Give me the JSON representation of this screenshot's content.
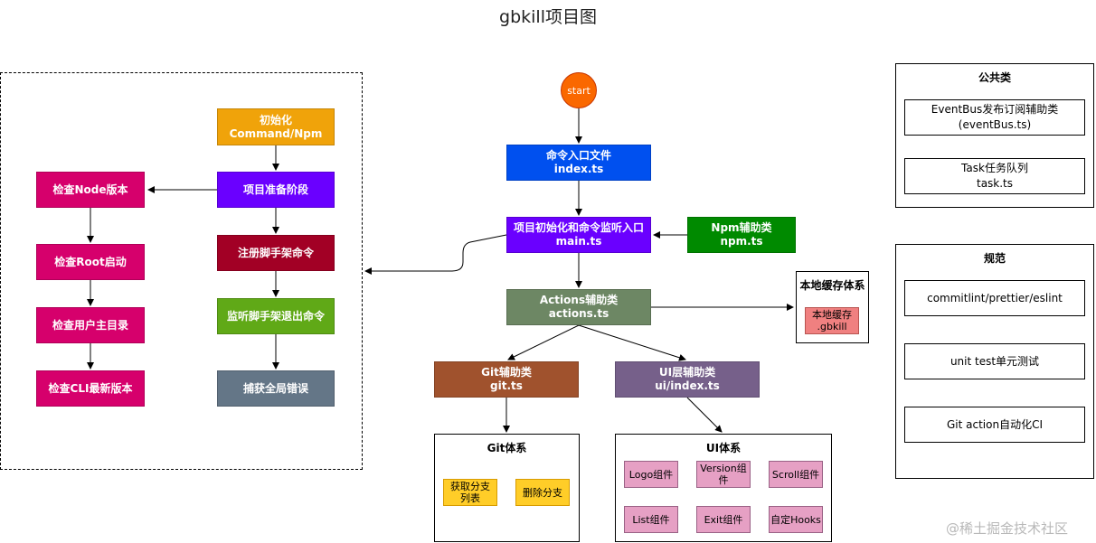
{
  "title": "gbkill项目图",
  "start": "start",
  "left_col": {
    "node_version": "检查Node版本",
    "root_start": "检查Root启动",
    "user_home": "检查用户主目录",
    "cli_version": "检查CLI最新版本"
  },
  "mid_col": {
    "init_command": "初始化Command/Npm",
    "prepare": "项目准备阶段",
    "register": "注册脚手架命令",
    "listen_exit": "监听脚手架退出命令",
    "catch_error": "捕获全局错误"
  },
  "main_flow": {
    "entry": {
      "line1": "命令入口文件",
      "line2": "index.ts"
    },
    "main": {
      "line1": "项目初始化和命令监听入口",
      "line2": "main.ts"
    },
    "npm": {
      "line1": "Npm辅助类",
      "line2": "npm.ts"
    },
    "actions": {
      "line1": "Actions辅助类",
      "line2": "actions.ts"
    },
    "git": {
      "line1": "Git辅助类",
      "line2": "git.ts"
    },
    "ui": {
      "line1": "UI层辅助类",
      "line2": "ui/index.ts"
    }
  },
  "cache": {
    "title": "本地缓存体系",
    "item_line1": "本地缓存",
    "item_line2": ".gbkill"
  },
  "git_system": {
    "title": "Git体系",
    "items": [
      {
        "line1": "获取分支",
        "line2": "列表"
      },
      {
        "line1": "删除分支",
        "line2": ""
      }
    ]
  },
  "ui_system": {
    "title": "UI体系",
    "items": [
      {
        "line1": "Logo组件",
        "line2": ""
      },
      {
        "line1": "Version组",
        "line2": "件"
      },
      {
        "line1": "Scroll组件",
        "line2": ""
      },
      {
        "line1": "List组件",
        "line2": ""
      },
      {
        "line1": "Exit组件",
        "line2": ""
      },
      {
        "line1": "自定Hooks",
        "line2": ""
      }
    ]
  },
  "public_panel": {
    "title": "公共类",
    "items": [
      {
        "line1": "EventBus发布订阅辅助类",
        "line2": "(eventBus.ts)"
      },
      {
        "line1": "Task任务队列",
        "line2": "task.ts"
      }
    ]
  },
  "spec_panel": {
    "title": "规范",
    "items": [
      {
        "line1": "commitlint/prettier/eslint"
      },
      {
        "line1": "unit test单元测试"
      },
      {
        "line1": "Git action自动化CI"
      }
    ]
  },
  "watermark": "@稀土掘金技术社区"
}
